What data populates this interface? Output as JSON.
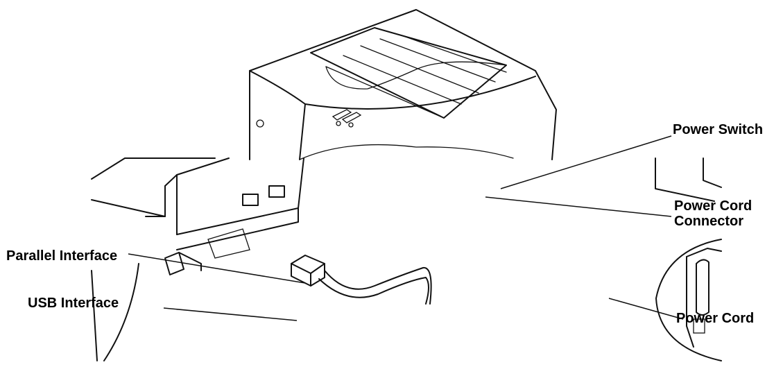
{
  "labels": {
    "power_switch": "Power Switch",
    "power_cord_connector_line1": "Power Cord",
    "power_cord_connector_line2": "Connector",
    "parallel_interface": "Parallel Interface",
    "usb_interface": "USB Interface",
    "power_cord": "Power Cord"
  }
}
